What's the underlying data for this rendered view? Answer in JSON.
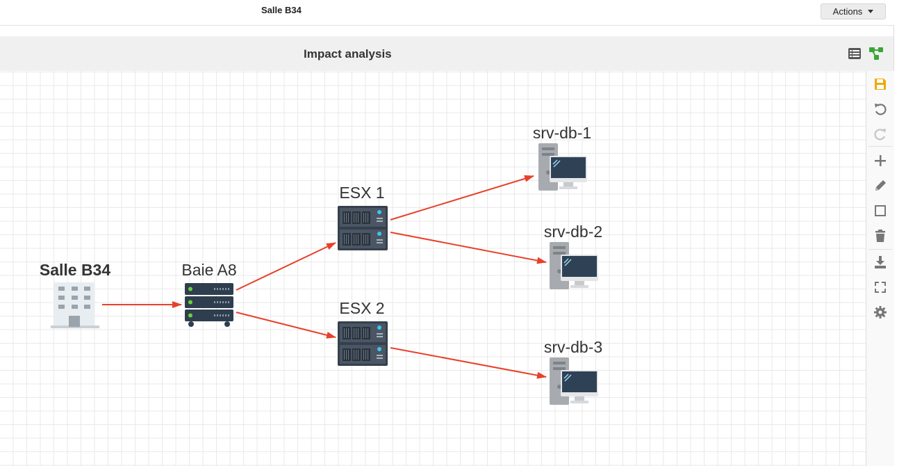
{
  "header": {
    "title": "Salle B34",
    "actions_label": "Actions"
  },
  "panel": {
    "title": "Impact analysis",
    "list_view_icon": "list-view-icon",
    "graph_view_icon": "graph-view-icon"
  },
  "toolbar": {
    "icons": [
      "save-icon",
      "undo-icon",
      "redo-icon",
      "add-icon",
      "edit-icon",
      "select-box-icon",
      "delete-icon",
      "download-icon",
      "fit-screen-icon",
      "settings-icon"
    ]
  },
  "graph": {
    "nodes": [
      {
        "id": "salle-b34",
        "label": "Salle B34",
        "type": "building",
        "icon": "building-icon"
      },
      {
        "id": "baie-a8",
        "label": "Baie A8",
        "type": "rack",
        "icon": "rack-icon"
      },
      {
        "id": "esx-1",
        "label": "ESX 1",
        "type": "server",
        "icon": "server-icon"
      },
      {
        "id": "esx-2",
        "label": "ESX 2",
        "type": "server",
        "icon": "server-icon"
      },
      {
        "id": "srv-db-1",
        "label": "srv-db-1",
        "type": "workstation",
        "icon": "computer-icon"
      },
      {
        "id": "srv-db-2",
        "label": "srv-db-2",
        "type": "workstation",
        "icon": "computer-icon"
      },
      {
        "id": "srv-db-3",
        "label": "srv-db-3",
        "type": "workstation",
        "icon": "computer-icon"
      }
    ],
    "edges": [
      [
        "salle-b34",
        "baie-a8"
      ],
      [
        "baie-a8",
        "esx-1"
      ],
      [
        "baie-a8",
        "esx-2"
      ],
      [
        "esx-1",
        "srv-db-1"
      ],
      [
        "esx-1",
        "srv-db-2"
      ],
      [
        "esx-2",
        "srv-db-3"
      ]
    ]
  },
  "colors": {
    "edge": "#e8402a",
    "save_icon": "#f0a800",
    "graph_view_icon": "#3aa635",
    "toolbar_icon": "#777777"
  }
}
